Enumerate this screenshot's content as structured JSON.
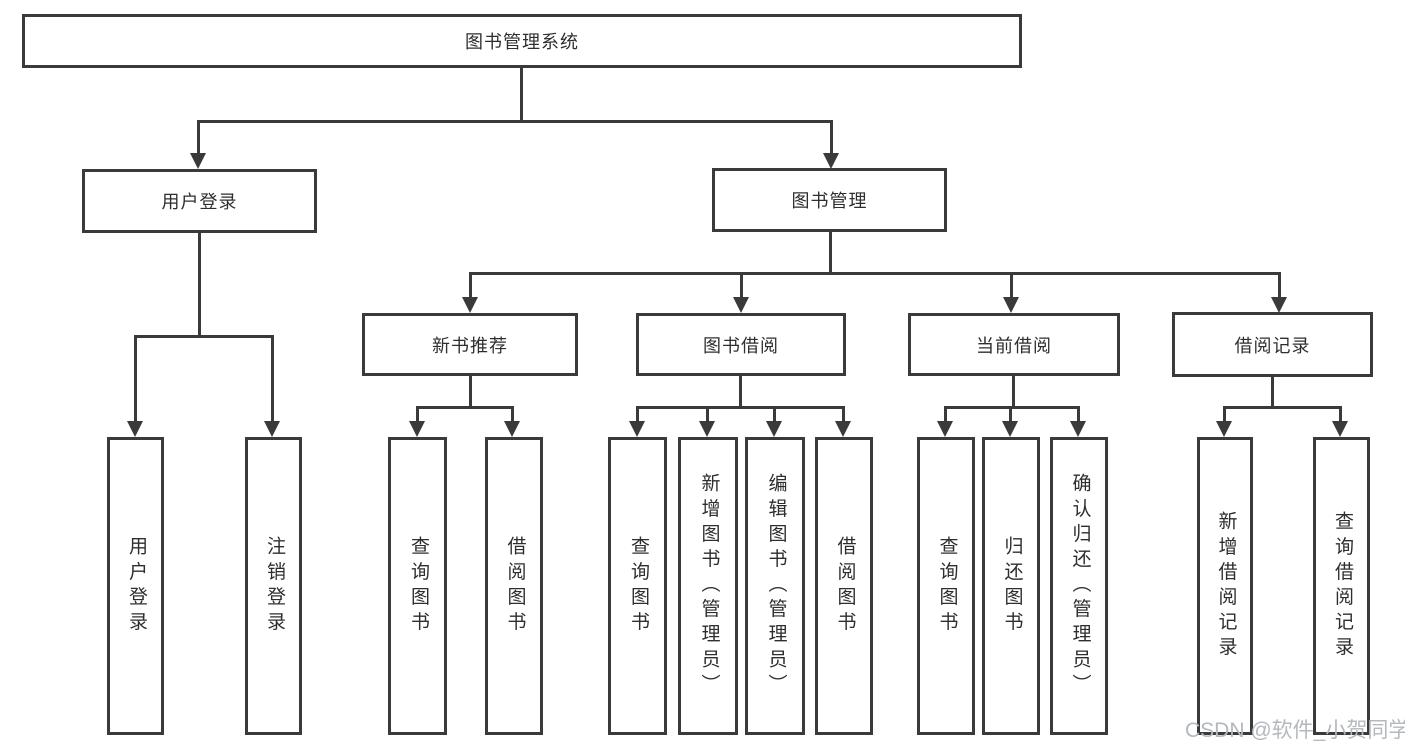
{
  "nodes": {
    "root": "图书管理系统",
    "user_login": "用户登录",
    "book_management": "图书管理",
    "new_book_recommend": "新书推荐",
    "book_borrow": "图书借阅",
    "current_borrow": "当前借阅",
    "borrow_records": "借阅记录",
    "leaf_user_login": "用户登录",
    "leaf_logout": "注销登录",
    "leaf_nb_query": "查询图书",
    "leaf_nb_borrow": "借阅图书",
    "leaf_bb_query": "查询图书",
    "leaf_bb_add": "新增图书（管理员）",
    "leaf_bb_edit": "编辑图书（管理员）",
    "leaf_bb_borrow": "借阅图书",
    "leaf_cb_query": "查询图书",
    "leaf_cb_return": "归还图书",
    "leaf_cb_confirm": "确认归还（管理员）",
    "leaf_br_add": "新增借阅记录",
    "leaf_br_query": "查询借阅记录"
  },
  "structure": [
    {
      "parent": "图书管理系统",
      "children": [
        "用户登录",
        "图书管理"
      ]
    },
    {
      "parent": "用户登录",
      "children": [
        "用户登录",
        "注销登录"
      ]
    },
    {
      "parent": "图书管理",
      "children": [
        "新书推荐",
        "图书借阅",
        "当前借阅",
        "借阅记录"
      ]
    },
    {
      "parent": "新书推荐",
      "children": [
        "查询图书",
        "借阅图书"
      ]
    },
    {
      "parent": "图书借阅",
      "children": [
        "查询图书",
        "新增图书（管理员）",
        "编辑图书（管理员）",
        "借阅图书"
      ]
    },
    {
      "parent": "当前借阅",
      "children": [
        "查询图书",
        "归还图书",
        "确认归还（管理员）"
      ]
    },
    {
      "parent": "借阅记录",
      "children": [
        "新增借阅记录",
        "查询借阅记录"
      ]
    }
  ],
  "watermark": "CSDN @软件_小贺同学",
  "colors": {
    "line": "#3a3a3a",
    "text": "#2e2e2e",
    "watermark": "#b4b8bf",
    "background": "#ffffff"
  }
}
